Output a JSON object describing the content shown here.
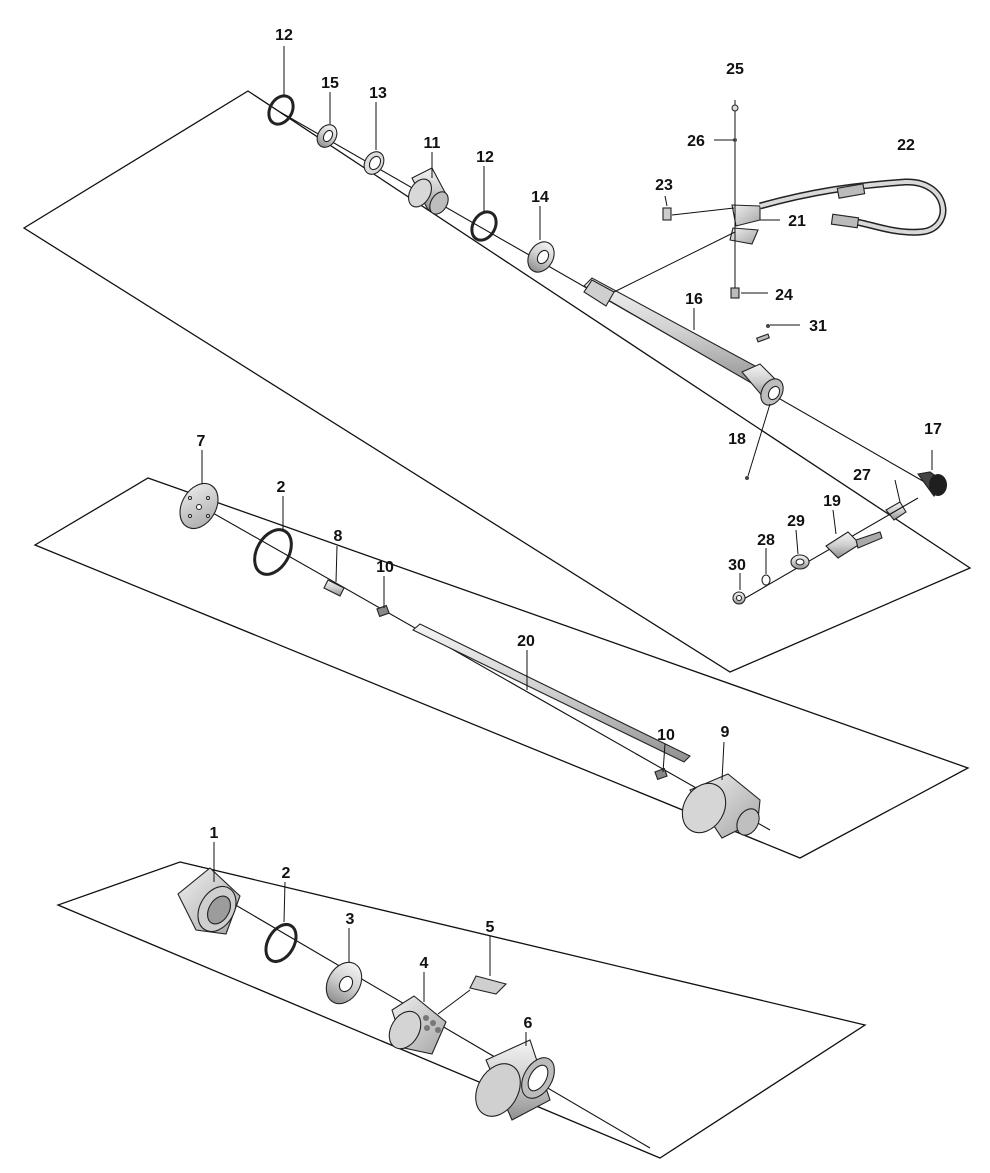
{
  "diagram": {
    "callouts": {
      "c1": "1",
      "c2a": "2",
      "c2b": "2",
      "c3": "3",
      "c4": "4",
      "c5": "5",
      "c6": "6",
      "c7": "7",
      "c8": "8",
      "c9": "9",
      "c10a": "10",
      "c10b": "10",
      "c11": "11",
      "c12a": "12",
      "c12b": "12",
      "c13": "13",
      "c14": "14",
      "c15": "15",
      "c16": "16",
      "c17": "17",
      "c18": "18",
      "c19": "19",
      "c20": "20",
      "c21": "21",
      "c22": "22",
      "c23": "23",
      "c24": "24",
      "c25": "25",
      "c26": "26",
      "c27": "27",
      "c28": "28",
      "c29": "29",
      "c30": "30",
      "c31": "31"
    },
    "colors": {
      "line": "#111111",
      "part_fill": "#e6e6e6",
      "part_dark": "#9a9a9a",
      "background": "#ffffff"
    }
  }
}
